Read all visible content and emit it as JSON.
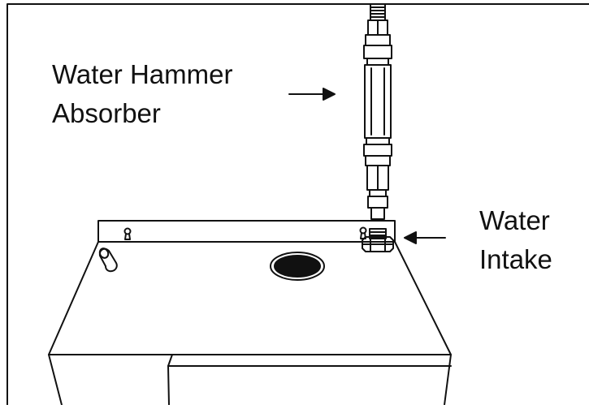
{
  "labels": {
    "absorber_line1": "Water Hammer",
    "absorber_line2": "Absorber",
    "intake_line1": "Water",
    "intake_line2": "Intake"
  },
  "colors": {
    "ink": "#111111",
    "background": "#ffffff",
    "opening_fill": "#111111"
  }
}
